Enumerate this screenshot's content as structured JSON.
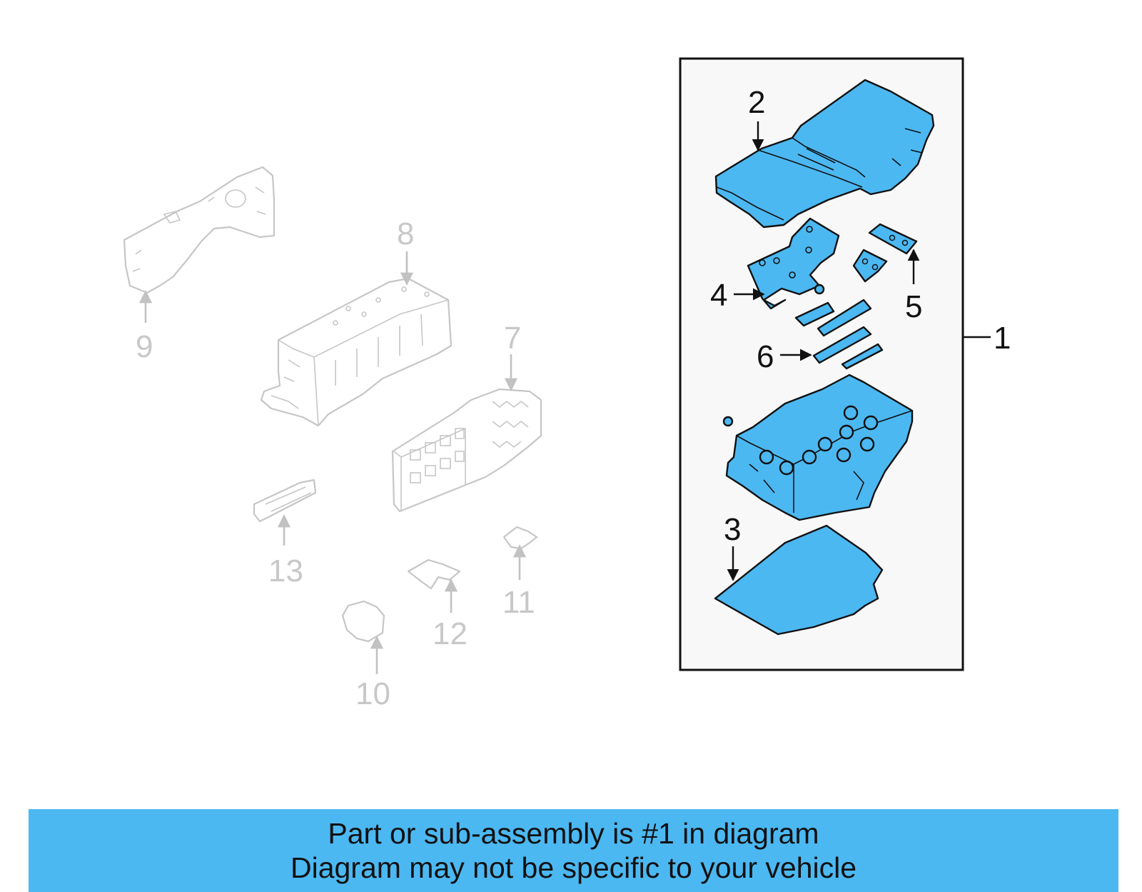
{
  "colors": {
    "accent_fill": "#4cb8f2",
    "banner_background": "#4cb8f2",
    "ghost_stroke": "#c6c6c6",
    "ink": "#111111",
    "panel_background": "#f8f8f8"
  },
  "callouts": {
    "n1": "1",
    "n2": "2",
    "n3": "3",
    "n4": "4",
    "n5": "5",
    "n6": "6",
    "n7": "7",
    "n8": "8",
    "n9": "9",
    "n10": "10",
    "n11": "11",
    "n12": "12",
    "n13": "13"
  },
  "banner": {
    "line1": "Part or sub-assembly is #1 in diagram",
    "line2": "Diagram may not be specific to your vehicle"
  }
}
